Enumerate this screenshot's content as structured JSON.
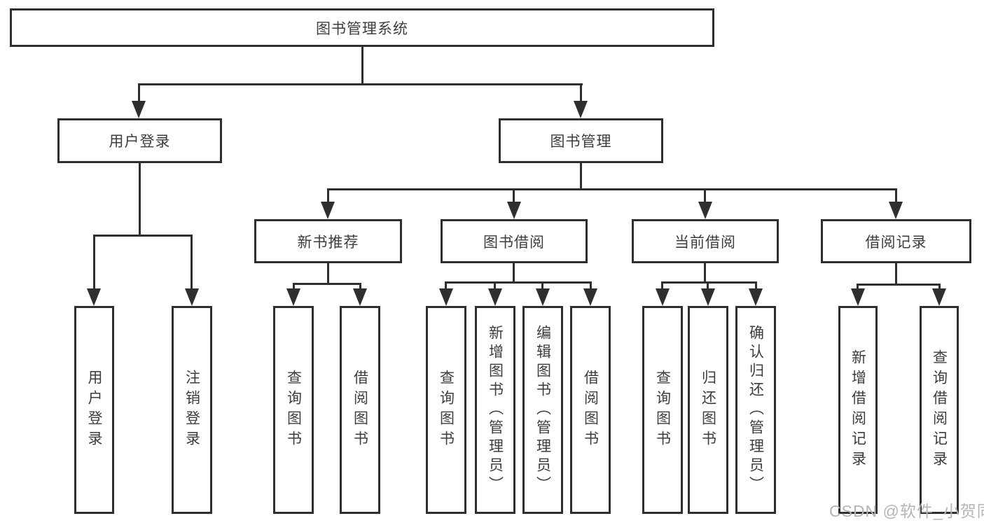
{
  "diagram": {
    "type": "hierarchy-tree",
    "root": {
      "label": "图书管理系统"
    },
    "children": [
      {
        "label": "用户登录",
        "children": [
          {
            "label": "用户登录"
          },
          {
            "label": "注销登录"
          }
        ]
      },
      {
        "label": "图书管理",
        "children": [
          {
            "label": "新书推荐",
            "children": [
              {
                "label": "查询图书"
              },
              {
                "label": "借阅图书"
              }
            ]
          },
          {
            "label": "图书借阅",
            "children": [
              {
                "label": "查询图书"
              },
              {
                "label": "新增图书（管理员）"
              },
              {
                "label": "编辑图书（管理员）"
              },
              {
                "label": "借阅图书"
              }
            ]
          },
          {
            "label": "当前借阅",
            "children": [
              {
                "label": "查询图书"
              },
              {
                "label": "归还图书"
              },
              {
                "label": "确认归还（管理员）"
              }
            ]
          },
          {
            "label": "借阅记录",
            "children": [
              {
                "label": "新增借阅记录"
              },
              {
                "label": "查询借阅记录"
              }
            ]
          }
        ]
      }
    ]
  },
  "watermark": {
    "text": "CSDN @软件_小贺同学"
  },
  "colors": {
    "line": "#2f2f2f",
    "text": "#3d3d3d",
    "watermark": "#b5b5b5",
    "background": "#ffffff"
  }
}
